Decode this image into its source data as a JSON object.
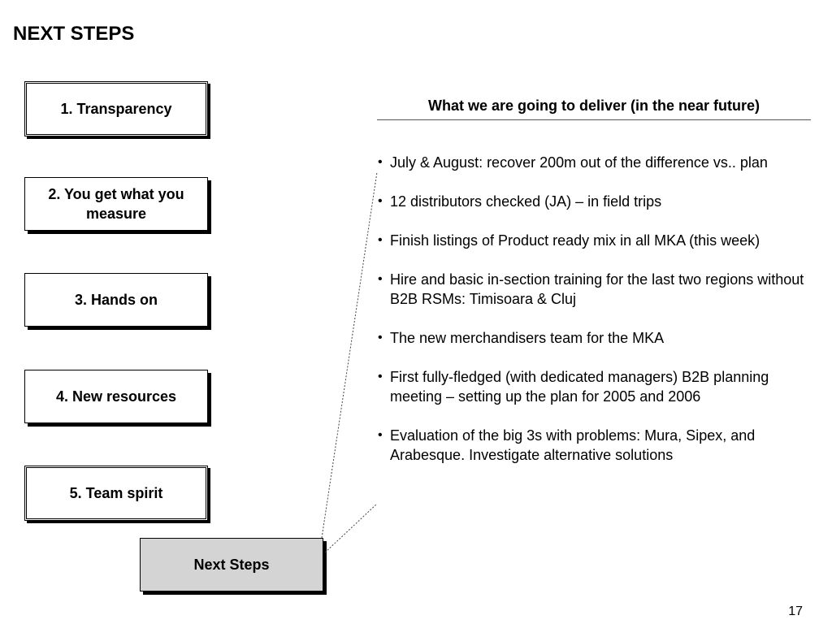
{
  "slide": {
    "title": "NEXT STEPS",
    "page_number": "17"
  },
  "steps": [
    {
      "label": "1. Transparency"
    },
    {
      "label": "2. You get what you measure"
    },
    {
      "label": "3. Hands on"
    },
    {
      "label": "4. New resources"
    },
    {
      "label": "5. Team spirit"
    }
  ],
  "next_steps_box": {
    "label": "Next Steps"
  },
  "deliver": {
    "heading": "What we are going to deliver (in the near future)",
    "bullet_symbol": "•",
    "items": [
      "July & August: recover 200m out of the difference vs.. plan",
      "12 distributors checked (JA) – in field trips",
      "Finish listings of Product ready mix  in all MKA (this week)",
      "Hire and basic  in-section training for the last two regions without B2B RSMs: Timisoara & Cluj",
      "The new merchandisers team for the MKA",
      "First fully-fledged (with dedicated managers) B2B planning meeting – setting up the plan for 2005 and 2006",
      "Evaluation of the big 3s with problems: Mura, Sipex, and Arabesque. Investigate alternative solutions"
    ]
  }
}
